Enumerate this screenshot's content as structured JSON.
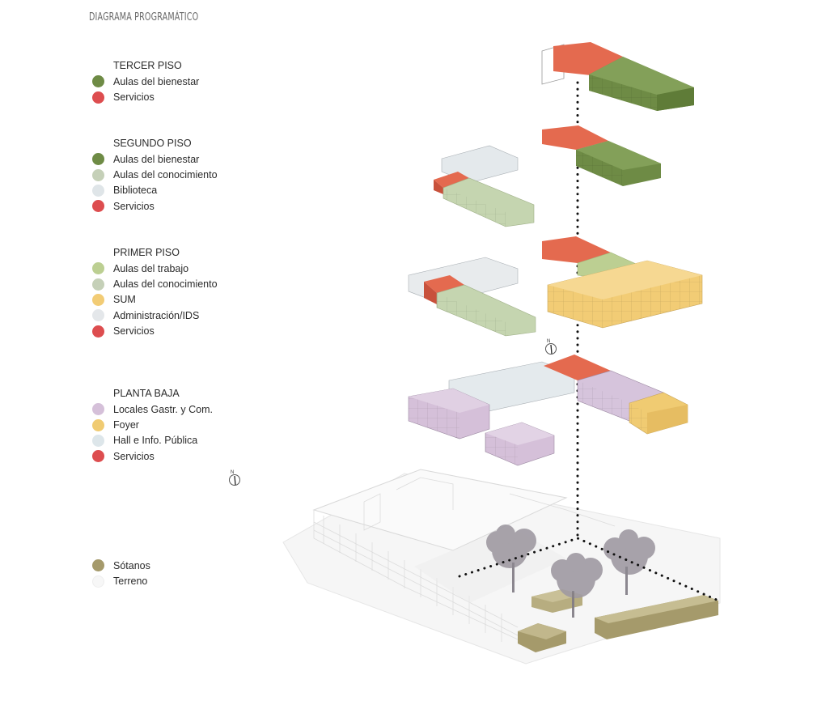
{
  "title": "DIAGRAMA PROGRAMÁTICO",
  "legend": [
    {
      "heading": "TERCER PISO",
      "items": [
        {
          "label": "Aulas del bienestar",
          "color": "#6e8b45"
        },
        {
          "label": "Servicios",
          "color": "#dd4d4f"
        }
      ]
    },
    {
      "heading": "SEGUNDO PISO",
      "items": [
        {
          "label": "Aulas del bienestar",
          "color": "#6e8b45"
        },
        {
          "label": "Aulas del conocimiento",
          "color": "#c5d0b8"
        },
        {
          "label": "Biblioteca",
          "color": "#dfe5e8"
        },
        {
          "label": "Servicios",
          "color": "#dd4d4f"
        }
      ]
    },
    {
      "heading": "PRIMER PISO",
      "items": [
        {
          "label": "Aulas del trabajo",
          "color": "#bccf92"
        },
        {
          "label": "Aulas del conocimiento",
          "color": "#c5d0b8"
        },
        {
          "label": "SUM",
          "color": "#f2cc75"
        },
        {
          "label": "Administración/IDS",
          "color": "#e4e7ea"
        },
        {
          "label": "Servicios",
          "color": "#dd4d4f"
        }
      ]
    },
    {
      "heading": "PLANTA BAJA",
      "items": [
        {
          "label": "Locales Gastr. y Com.",
          "color": "#d5c0d9"
        },
        {
          "label": "Foyer",
          "color": "#f0cb72"
        },
        {
          "label": "Hall e Info. Pública",
          "color": "#dde6ea"
        },
        {
          "label": "Servicios",
          "color": "#dd4d4f"
        }
      ]
    },
    {
      "heading": "",
      "items": [
        {
          "label": "Sótanos",
          "color": "#a59a6b"
        },
        {
          "label": "Terreno",
          "color": "#f7f7f7"
        }
      ]
    }
  ],
  "north_label": "N"
}
